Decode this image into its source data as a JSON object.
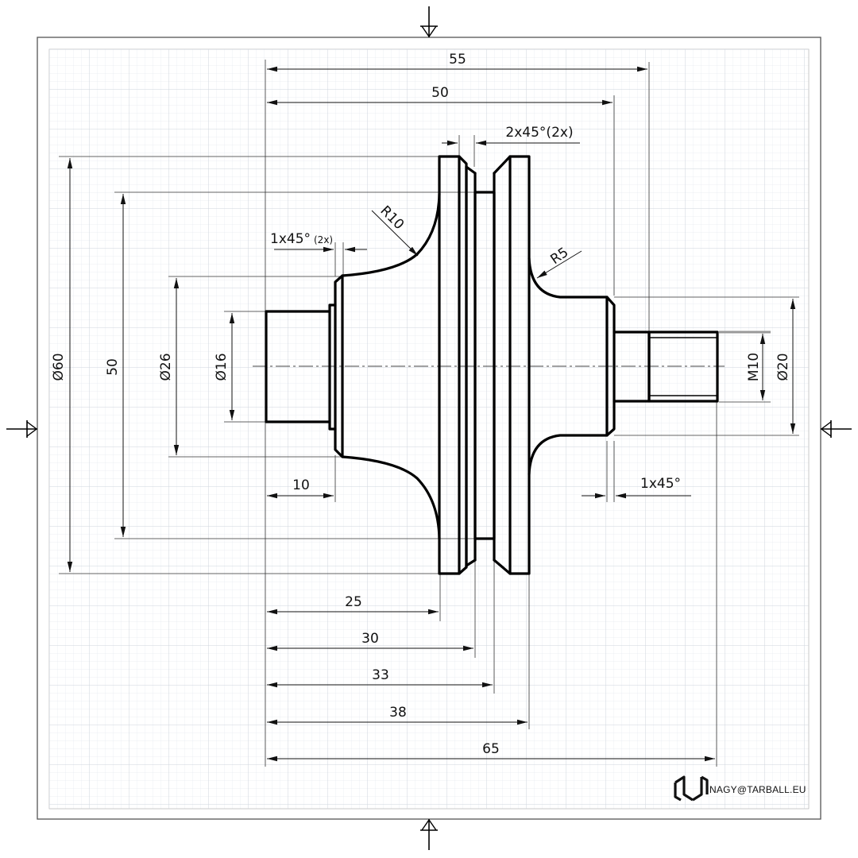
{
  "dimensions": {
    "len55": "55",
    "len50": "50",
    "chamfer_groove": "2x45°(2x)",
    "radius_r10": "R10",
    "radius_r5": "R5",
    "chamfer_left_main": "1x45°",
    "chamfer_left_mult": "(2x)",
    "chamfer_right": "1x45°",
    "dia60": "Ø60",
    "dia50": "50",
    "dia26": "Ø26",
    "dia16": "Ø16",
    "m10": "M10",
    "dia20": "Ø20",
    "len10": "10",
    "len25": "25",
    "len30": "30",
    "len33": "33",
    "len38": "38",
    "len65": "65"
  },
  "brand": {
    "email": "NAGY@TARBALL.EU",
    "logo_icon": "tarball-logo-icon"
  },
  "colors": {
    "grid_minor": "#e6eaf0",
    "grid_major": "#cfd5de",
    "line": "#000000"
  }
}
